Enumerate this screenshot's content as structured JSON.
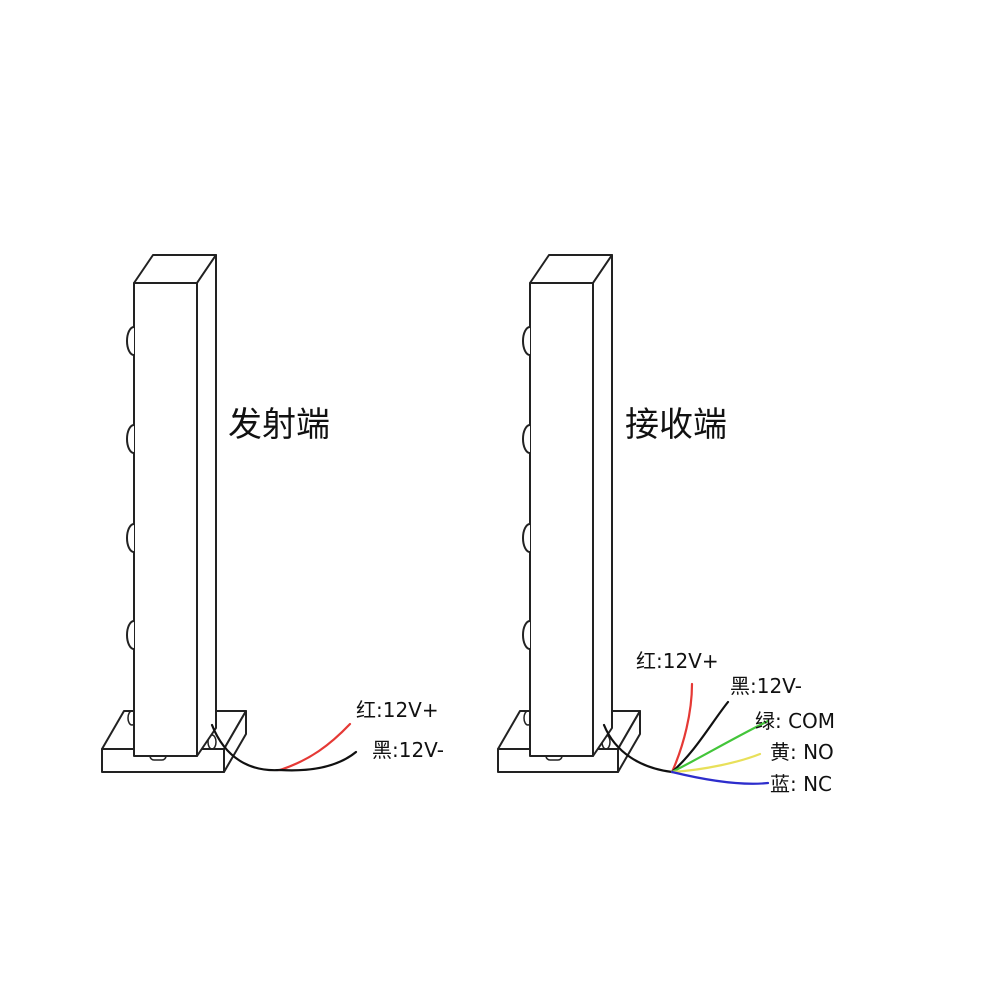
{
  "emitter": {
    "title": "发射端",
    "wires": [
      {
        "text": "红:12V+",
        "color": "#e53935"
      },
      {
        "text": "黑:12V-",
        "color": "#111111"
      }
    ]
  },
  "receiver": {
    "title": "接收端",
    "wires": [
      {
        "text": "红:12V+",
        "color": "#e53935"
      },
      {
        "text": "黑:12V-",
        "color": "#111111"
      },
      {
        "text": "绿: COM",
        "color": "#43c53a"
      },
      {
        "text": "黄: NO",
        "color": "#e8e05a"
      },
      {
        "text": "蓝: NC",
        "color": "#2d2dcc"
      }
    ]
  }
}
